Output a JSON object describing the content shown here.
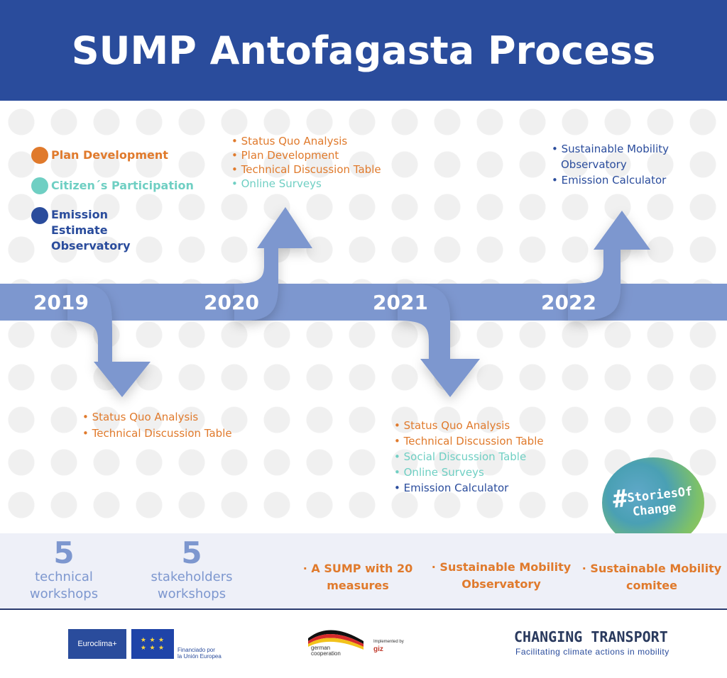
{
  "title": "SUMP Antofagasta Process",
  "colors": {
    "header": "#2a4c9c",
    "plan_development": "#e07a2c",
    "citizen_participation": "#6fcfc3",
    "emission_observatory": "#2a4c9c",
    "timeline": "#7d97cf"
  },
  "legend": [
    {
      "label": "Plan Development",
      "color": "#e07a2c"
    },
    {
      "label": "Citizen´s Participation",
      "color": "#6fcfc3"
    },
    {
      "label": "Emission Estimate Observatory",
      "color": "#2a4c9c"
    }
  ],
  "years": [
    "2019",
    "2020",
    "2021",
    "2022"
  ],
  "milestones": {
    "y2019": [
      {
        "text": "Status Quo Analysis",
        "cat": "orange"
      },
      {
        "text": "Technical Discussion Table",
        "cat": "orange"
      }
    ],
    "y2020": [
      {
        "text": "Status Quo Analysis",
        "cat": "orange"
      },
      {
        "text": "Plan Development",
        "cat": "orange"
      },
      {
        "text": "Technical Discussion Table",
        "cat": "orange"
      },
      {
        "text": "Online Surveys",
        "cat": "teal"
      }
    ],
    "y2021": [
      {
        "text": "Status Quo Analysis",
        "cat": "orange"
      },
      {
        "text": "Technical Discussion Table",
        "cat": "orange"
      },
      {
        "text": "Social Discussion Table",
        "cat": "teal"
      },
      {
        "text": "Online Surveys",
        "cat": "teal"
      },
      {
        "text": "Emission Calculator",
        "cat": "navy"
      }
    ],
    "y2022": [
      {
        "text": "Sustainable Mobility",
        "cat": "navy"
      },
      {
        "text": "Observatory",
        "cat": "navy"
      },
      {
        "text": "Emission Calculator",
        "cat": "navy"
      }
    ]
  },
  "badge": {
    "hash": "#",
    "line1": "StoriesOf",
    "line2": "Change"
  },
  "stats": {
    "technical": {
      "number": "5",
      "line1": "technical",
      "line2": "workshops"
    },
    "stakeholders": {
      "number": "5",
      "line1": "stakeholders",
      "line2": "workshops"
    },
    "outcome1": {
      "line1": "· A SUMP with 20",
      "line2": "measures"
    },
    "outcome2": {
      "line1": "· Sustainable Mobility",
      "line2": "Observatory"
    },
    "outcome3": {
      "line1": "· Sustainable Mobility",
      "line2": "comitee"
    }
  },
  "footer": {
    "euroclima": "Euroclima+",
    "eu_text_1": "Financiado por",
    "eu_text_2": "la Unión Europea",
    "german_1": "german",
    "german_2": "cooperation",
    "giz_impl": "Implemented by",
    "giz": "giz",
    "ct_title": "CHANGING TRANSPORT",
    "ct_sub": "Facilitating climate actions in mobility"
  }
}
